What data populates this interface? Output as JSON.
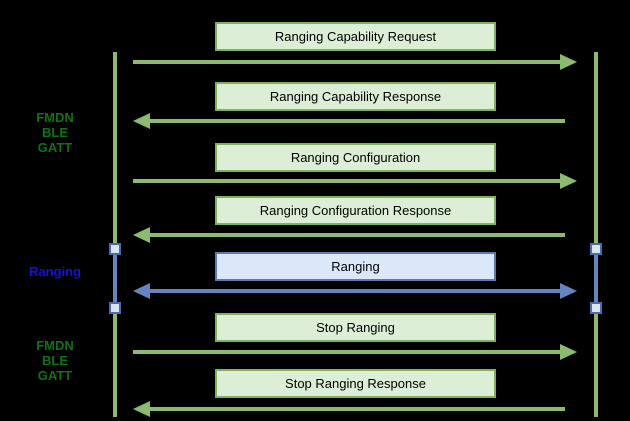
{
  "diagram": {
    "background_color": "#000000",
    "phases": [
      {
        "lines": [
          "FMDN",
          "BLE",
          "GATT"
        ],
        "color": "#107310"
      },
      {
        "lines": [
          "Ranging"
        ],
        "color": "#1212e0"
      },
      {
        "lines": [
          "FMDN",
          "BLE",
          "GATT"
        ],
        "color": "#107310"
      }
    ],
    "messages": [
      {
        "label": "Ranging Capability Request",
        "direction": "right",
        "theme": "green"
      },
      {
        "label": "Ranging Capability Response",
        "direction": "left",
        "theme": "green"
      },
      {
        "label": "Ranging Configuration",
        "direction": "right",
        "theme": "green"
      },
      {
        "label": "Ranging Configuration Response",
        "direction": "left",
        "theme": "green"
      },
      {
        "label": "Ranging",
        "direction": "both",
        "theme": "blue"
      },
      {
        "label": "Stop Ranging",
        "direction": "right",
        "theme": "green"
      },
      {
        "label": "Stop Ranging Response",
        "direction": "left",
        "theme": "green"
      }
    ],
    "colors": {
      "green_box_fill": "#ddeed6",
      "green_box_border": "#7eb25e",
      "green_arrow_and_lifeline": "#8cbb70",
      "blue_box_fill": "#dbe8f9",
      "blue_box_border": "#5c7bae",
      "blue_arrow_and_segment": "#6585c1",
      "handle_fill": "#d9e5f6",
      "handle_border": "#4a6da8",
      "box_text": "#000000",
      "green_phase_text": "#107310",
      "blue_phase_text": "#1212e0"
    }
  }
}
